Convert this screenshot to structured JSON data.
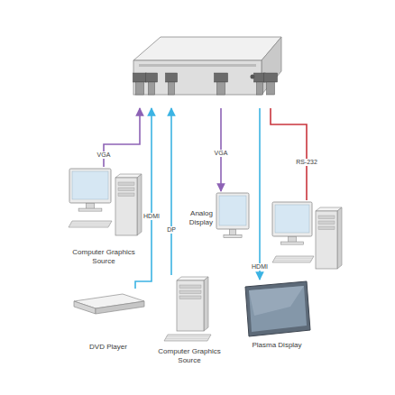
{
  "diagram": {
    "nodes": [
      {
        "text": []
      },
      {
        "text": [
          "Computer Graphics Source"
        ]
      },
      {
        "text": [
          "Analog Display"
        ]
      },
      {
        "text": []
      },
      {
        "text": [
          "DVD Player"
        ]
      },
      {
        "text": [
          "Computer Graphics Source"
        ]
      },
      {
        "text": [
          "Plasma Display"
        ]
      }
    ],
    "edges": [
      {
        "from": 1,
        "to": 0,
        "label": "VGA",
        "arrow": "to"
      },
      {
        "from": 0,
        "to": 2,
        "label": "VGA",
        "arrow": "to"
      },
      {
        "from": 3,
        "to": 0,
        "label": "RS-232",
        "arrow": "none"
      },
      {
        "from": 4,
        "to": 0,
        "label": "HDMI",
        "arrow": "to"
      },
      {
        "from": 5,
        "to": 0,
        "label": "DP",
        "arrow": "to"
      },
      {
        "from": 0,
        "to": 6,
        "label": "HDMI",
        "arrow": "to"
      }
    ]
  }
}
